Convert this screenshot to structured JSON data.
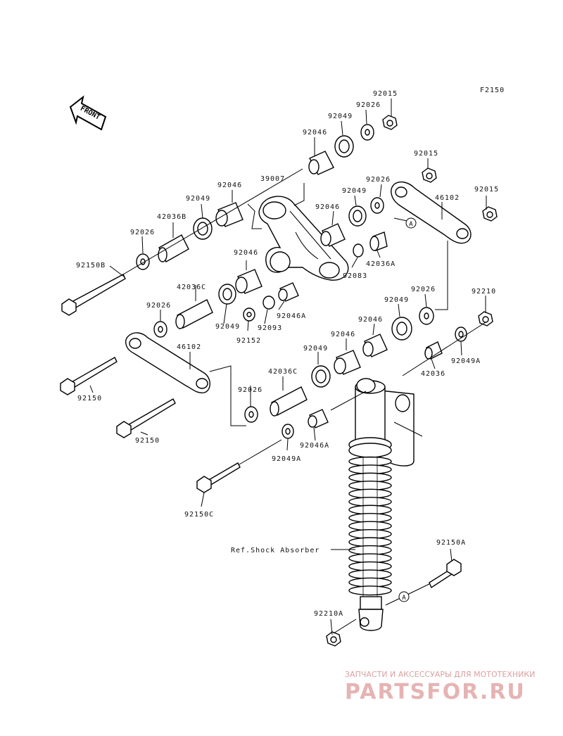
{
  "diagram": {
    "code": "F2150",
    "front_label": "FRONT",
    "callout_letter": "A",
    "ref_label": "Ref.Shock Absorber",
    "labels": [
      {
        "id": "l1",
        "text": "92015"
      },
      {
        "id": "l2",
        "text": "92026"
      },
      {
        "id": "l3",
        "text": "92049"
      },
      {
        "id": "l4",
        "text": "92046"
      },
      {
        "id": "l5",
        "text": "39007"
      },
      {
        "id": "l6",
        "text": "92015"
      },
      {
        "id": "l7",
        "text": "92026"
      },
      {
        "id": "l8",
        "text": "92049"
      },
      {
        "id": "l9",
        "text": "46102"
      },
      {
        "id": "l10",
        "text": "92015"
      },
      {
        "id": "l11",
        "text": "92046"
      },
      {
        "id": "l12",
        "text": "92049"
      },
      {
        "id": "l13",
        "text": "92046"
      },
      {
        "id": "l14",
        "text": "42036B"
      },
      {
        "id": "l15",
        "text": "92026"
      },
      {
        "id": "l16",
        "text": "92150B"
      },
      {
        "id": "l17",
        "text": "92083"
      },
      {
        "id": "l18",
        "text": "42036A"
      },
      {
        "id": "l19",
        "text": "92046"
      },
      {
        "id": "l20",
        "text": "42036C"
      },
      {
        "id": "l21",
        "text": "92026"
      },
      {
        "id": "l22",
        "text": "92049"
      },
      {
        "id": "l23",
        "text": "92093"
      },
      {
        "id": "l24",
        "text": "92046A"
      },
      {
        "id": "l25",
        "text": "92152"
      },
      {
        "id": "l26",
        "text": "92026"
      },
      {
        "id": "l27",
        "text": "92049"
      },
      {
        "id": "l28",
        "text": "92210"
      },
      {
        "id": "l29",
        "text": "92046"
      },
      {
        "id": "l30",
        "text": "92046"
      },
      {
        "id": "l31",
        "text": "92049"
      },
      {
        "id": "l32",
        "text": "46102"
      },
      {
        "id": "l33",
        "text": "42036C"
      },
      {
        "id": "l34",
        "text": "92049A"
      },
      {
        "id": "l35",
        "text": "42036"
      },
      {
        "id": "l36",
        "text": "92150"
      },
      {
        "id": "l37",
        "text": "92026"
      },
      {
        "id": "l38",
        "text": "92150"
      },
      {
        "id": "l39",
        "text": "92046A"
      },
      {
        "id": "l40",
        "text": "92049A"
      },
      {
        "id": "l41",
        "text": "92150C"
      },
      {
        "id": "l42",
        "text": "92150A"
      },
      {
        "id": "l43",
        "text": "92210A"
      }
    ]
  },
  "watermark": {
    "tagline": "ЗАПЧАСТИ И АКСЕССУАРЫ ДЛЯ МОТОТЕХНИКИ",
    "brand": "PARTSFOR.RU"
  }
}
